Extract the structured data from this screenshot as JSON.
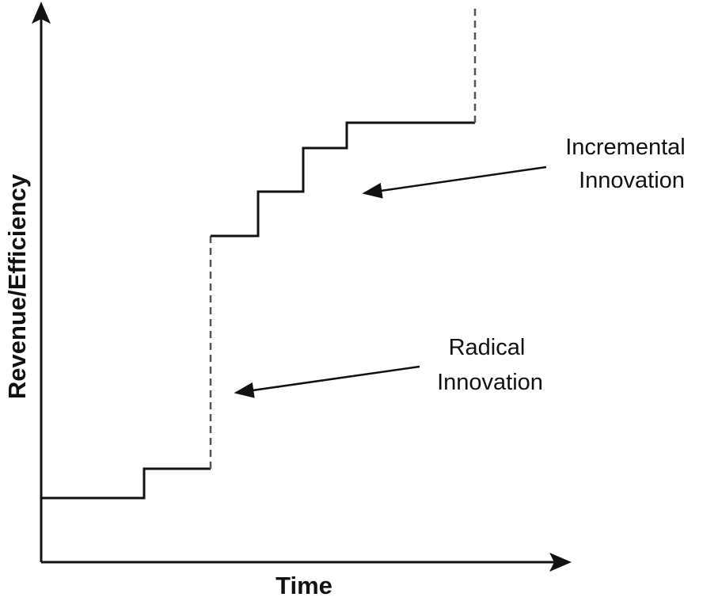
{
  "axes": {
    "x_label": "Time",
    "y_label": "Revenue/Efficiency"
  },
  "annotations": {
    "incremental": [
      "Incremental",
      "Innovation"
    ],
    "radical": [
      "Radical",
      "Innovation"
    ]
  },
  "colors": {
    "line": "#111111",
    "dashed_jump": "#555555"
  }
}
